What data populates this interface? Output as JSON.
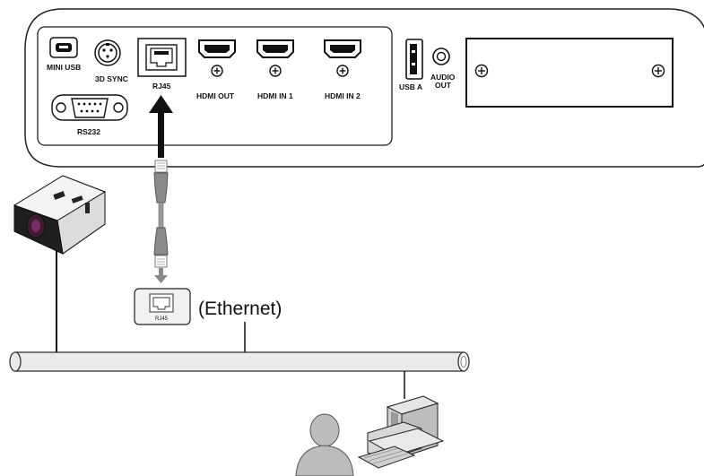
{
  "ports": {
    "mini_usb": "MINI USB",
    "sync_3d": "3D SYNC",
    "rj45": "RJ45",
    "rs232": "RS232",
    "hdmi_out": "HDMI OUT",
    "hdmi_in_1": "HDMI IN 1",
    "hdmi_in_2": "HDMI IN 2",
    "usb_a": "USB A",
    "audio_out_line1": "AUDIO",
    "audio_out_line2": "OUT"
  },
  "wall_jack_label": "RJ45",
  "ethernet_label": "(Ethernet)"
}
